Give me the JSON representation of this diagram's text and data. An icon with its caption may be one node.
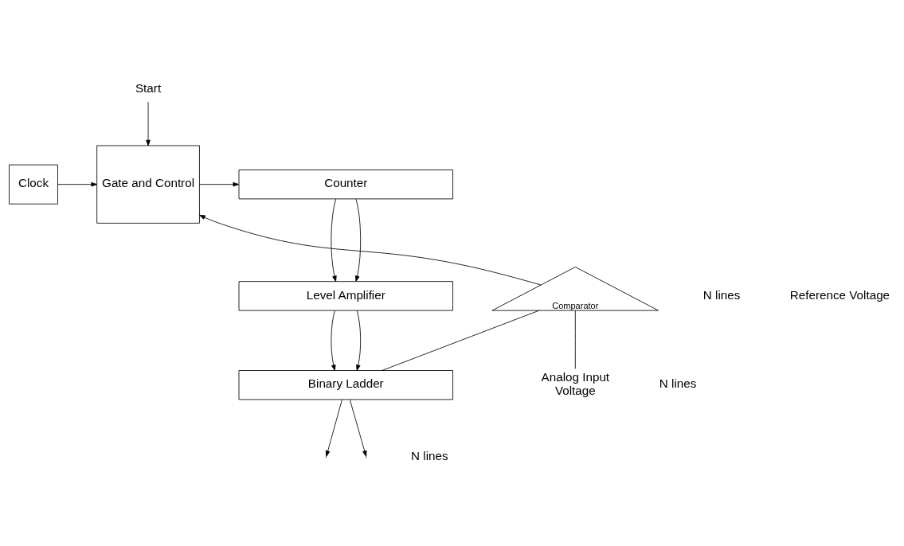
{
  "diagram": {
    "nodes": [
      {
        "text": [
          "Start"
        ]
      },
      {
        "text": [
          "Clock"
        ]
      },
      {
        "text": [
          "Gate and Control"
        ]
      },
      {
        "text": [
          "Counter"
        ]
      },
      {
        "text": [
          "Level Amplifier"
        ]
      },
      {
        "text": [
          "Binary Ladder"
        ]
      },
      {
        "text": [
          "Comparator"
        ]
      },
      {
        "text": [
          "Analog Input Voltage"
        ]
      }
    ],
    "edges": [
      {
        "from": 0,
        "to": 2,
        "arrow": "to"
      },
      {
        "from": 1,
        "to": 2,
        "arrow": "to"
      },
      {
        "from": 2,
        "to": 3,
        "arrow": "to"
      },
      {
        "from": 6,
        "to": 2,
        "arrow": "to"
      },
      {
        "from": 6,
        "to": 7,
        "arrow": "none"
      },
      {
        "from": 6,
        "to": 5,
        "arrow": "none"
      },
      {
        "from": 3,
        "to": 4,
        "arrow": "to"
      },
      {
        "from": 3,
        "to": 4,
        "arrow": "to"
      },
      {
        "from": 4,
        "to": 5,
        "arrow": "to"
      },
      {
        "from": 4,
        "to": 5,
        "arrow": "to"
      },
      {
        "from": 5,
        "to": null,
        "arrow": "to"
      },
      {
        "from": 5,
        "to": null,
        "arrow": "to"
      }
    ],
    "labels": [
      "N lines",
      "Reference Voltage",
      "N lines",
      "N lines"
    ]
  }
}
